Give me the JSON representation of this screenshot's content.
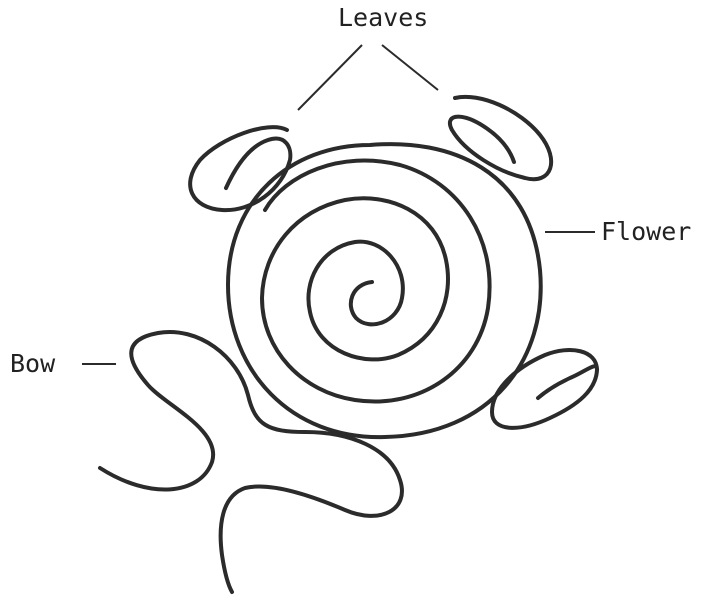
{
  "labels": {
    "leaves": "Leaves",
    "flower": "Flower",
    "bow": "Bow"
  },
  "colors": {
    "ink": "#2b2b2b",
    "background": "#ffffff"
  }
}
